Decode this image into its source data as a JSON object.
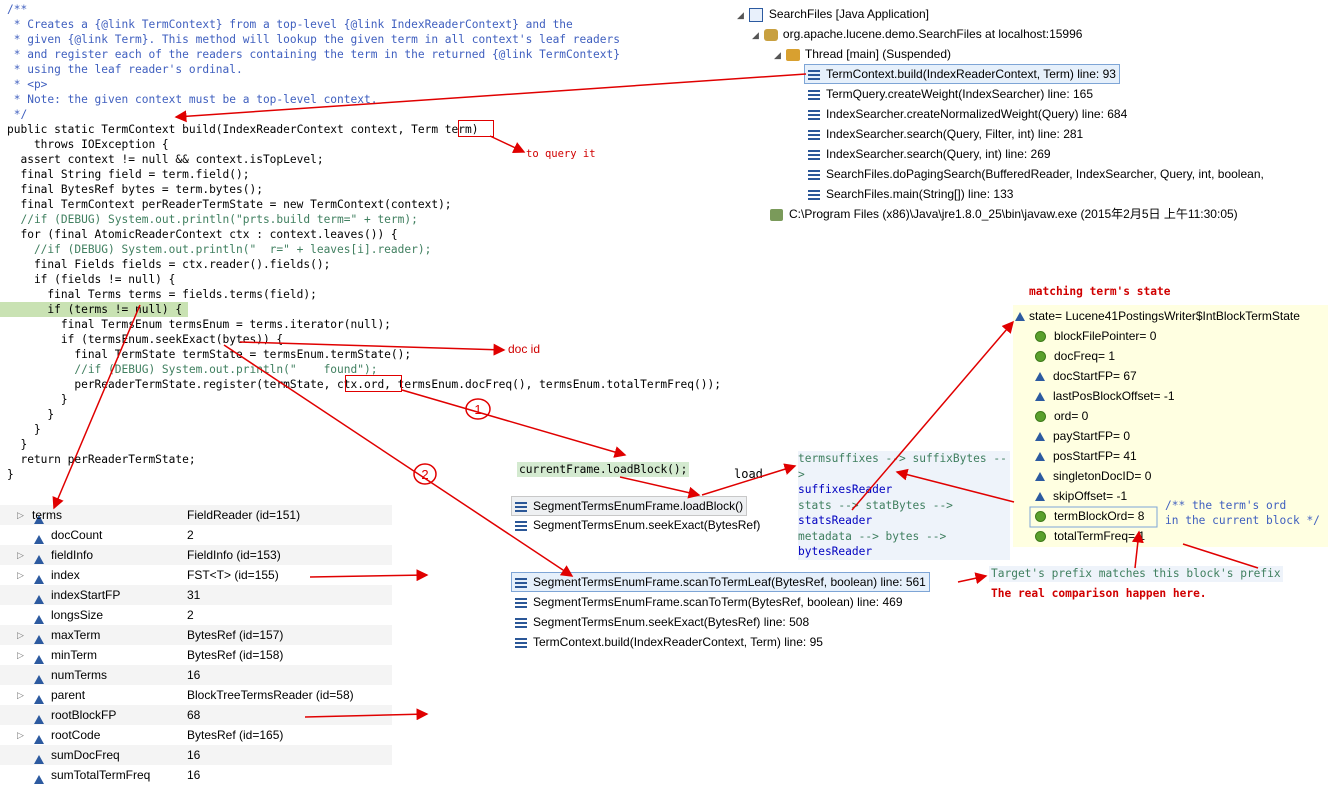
{
  "code_lines": [
    "/**",
    " * Creates a {@link TermContext} from a top-level {@link IndexReaderContext} and the",
    " * given {@link Term}. This method will lookup the given term in all context's leaf readers",
    " * and register each of the readers containing the term in the returned {@link TermContext}",
    " * using the leaf reader's ordinal.",
    " * <p>",
    " * Note: the given context must be a top-level context.",
    " */",
    "public static TermContext build(IndexReaderContext context, Term term)",
    "    throws IOException {",
    "  assert context != null && context.isTopLevel;",
    "  final String field = term.field();",
    "  final BytesRef bytes = term.bytes();",
    "  final TermContext perReaderTermState = new TermContext(context);",
    "  //if (DEBUG) System.out.println(\"prts.build term=\" + term);",
    "  for (final AtomicReaderContext ctx : context.leaves()) {",
    "    //if (DEBUG) System.out.println(\"  r=\" + leaves[i].reader);",
    "    final Fields fields = ctx.reader().fields();",
    "    if (fields != null) {",
    "      final Terms terms = fields.terms(field);",
    "      if (terms != null) {",
    "        final TermsEnum termsEnum = terms.iterator(null);",
    "        if (termsEnum.seekExact(bytes)) {",
    "          final TermState termState = termsEnum.termState();",
    "          //if (DEBUG) System.out.println(\"    found\");",
    "          perReaderTermState.register(termState, ctx.ord, termsEnum.docFreq(), termsEnum.totalTermFreq());",
    "        }",
    "      }",
    "    }",
    "  }",
    "  return perReaderTermState;",
    "}"
  ],
  "debug_tree": {
    "app": "SearchFiles [Java Application]",
    "process": "org.apache.lucene.demo.SearchFiles at localhost:15996",
    "thread": "Thread [main] (Suspended)",
    "frames": [
      "TermContext.build(IndexReaderContext, Term) line: 93",
      "TermQuery.createWeight(IndexSearcher) line: 165",
      "IndexSearcher.createNormalizedWeight(Query) line: 684",
      "IndexSearcher.search(Query, Filter, int) line: 281",
      "IndexSearcher.search(Query, int) line: 269",
      "SearchFiles.doPagingSearch(BufferedReader, IndexSearcher, Query, int, boolean,",
      "SearchFiles.main(String[]) line: 133"
    ],
    "javaw": "C:\\Program Files (x86)\\Java\\jre1.8.0_25\\bin\\javaw.exe (2015年2月5日 上午11:30:05)"
  },
  "annotations": {
    "to_query": "to query it",
    "doc_id": "doc id",
    "circle1": "1",
    "circle2": "2",
    "load": "load",
    "matching_state": "matching term's state",
    "target_prefix": "Target's prefix matches this block's prefix",
    "real_comparison": "The real comparison happen here.",
    "ord_comment_1": "/** the term's ord",
    "ord_comment_2": "in the current block */"
  },
  "load_block": {
    "call": "currentFrame.loadBlock();",
    "frames": [
      "SegmentTermsEnumFrame.loadBlock()",
      "SegmentTermsEnum.seekExact(BytesRef)"
    ]
  },
  "readers_note": [
    "termsuffixes --> suffixBytes -->",
    "suffixesReader",
    "stats --> statBytes -->",
    "statsReader",
    "metadata --> bytes -->",
    "bytesReader"
  ],
  "scan_frames": [
    "SegmentTermsEnumFrame.scanToTermLeaf(BytesRef, boolean) line: 561",
    "SegmentTermsEnumFrame.scanToTerm(BytesRef, boolean) line: 469",
    "SegmentTermsEnum.seekExact(BytesRef) line: 508",
    "TermContext.build(IndexReaderContext, Term) line: 95"
  ],
  "variables": [
    {
      "name": "terms",
      "value": "FieldReader  (id=151)",
      "expand": true
    },
    {
      "name": "docCount",
      "value": "2",
      "expand": false
    },
    {
      "name": "fieldInfo",
      "value": "FieldInfo  (id=153)",
      "expand": true
    },
    {
      "name": "index",
      "value": "FST<T>  (id=155)",
      "expand": true
    },
    {
      "name": "indexStartFP",
      "value": "31",
      "expand": false
    },
    {
      "name": "longsSize",
      "value": "2",
      "expand": false
    },
    {
      "name": "maxTerm",
      "value": "BytesRef  (id=157)",
      "expand": true
    },
    {
      "name": "minTerm",
      "value": "BytesRef  (id=158)",
      "expand": true
    },
    {
      "name": "numTerms",
      "value": "16",
      "expand": false
    },
    {
      "name": "parent",
      "value": "BlockTreeTermsReader  (id=58)",
      "expand": true
    },
    {
      "name": "rootBlockFP",
      "value": "68",
      "expand": false
    },
    {
      "name": "rootCode",
      "value": "BytesRef  (id=165)",
      "expand": true
    },
    {
      "name": "sumDocFreq",
      "value": "16",
      "expand": false
    },
    {
      "name": "sumTotalTermFreq",
      "value": "16",
      "expand": false
    }
  ],
  "state": {
    "header": "state= Lucene41PostingsWriter$IntBlockTermState",
    "fields": [
      {
        "text": "blockFilePointer= 0",
        "icon": "dot"
      },
      {
        "text": "docFreq= 1",
        "icon": "dot"
      },
      {
        "text": "docStartFP= 67",
        "icon": "tri"
      },
      {
        "text": "lastPosBlockOffset= -1",
        "icon": "tri"
      },
      {
        "text": "ord= 0",
        "icon": "dot"
      },
      {
        "text": "payStartFP= 0",
        "icon": "tri"
      },
      {
        "text": "posStartFP= 41",
        "icon": "tri"
      },
      {
        "text": "singletonDocID= 0",
        "icon": "tri"
      },
      {
        "text": "skipOffset= -1",
        "icon": "tri"
      },
      {
        "text": "termBlockOrd= 8",
        "icon": "dot"
      },
      {
        "text": "totalTermFreq= 1",
        "icon": "dot"
      }
    ]
  }
}
